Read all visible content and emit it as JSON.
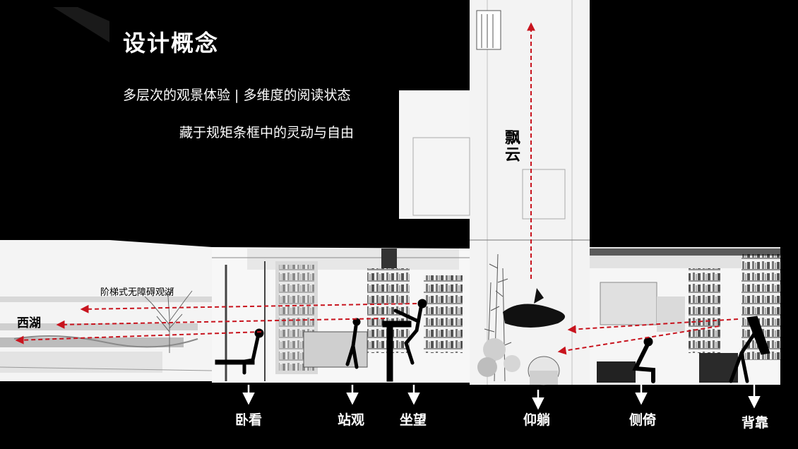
{
  "header": {
    "title": "设计概念",
    "subtitle_1": "多层次的观景体验 | 多维度的阅读状态",
    "subtitle_2": "藏于规矩条框中的灵动与自由"
  },
  "section_labels": {
    "piao_yun": "飘云",
    "xi_hu": "西湖",
    "stair_view": "阶梯式无障碍观湖"
  },
  "postures": [
    {
      "id": "wo-kan",
      "label": "卧看"
    },
    {
      "id": "zhan-guan",
      "label": "站观"
    },
    {
      "id": "zuo-wang",
      "label": "坐望"
    },
    {
      "id": "yang-tang",
      "label": "仰躺"
    },
    {
      "id": "ce-yi",
      "label": "侧倚"
    },
    {
      "id": "bei-kao",
      "label": "背靠"
    }
  ],
  "colors": {
    "background": "#000000",
    "text_light": "#ffffff",
    "text_dark": "#000000",
    "sightline": "#c8141e"
  }
}
